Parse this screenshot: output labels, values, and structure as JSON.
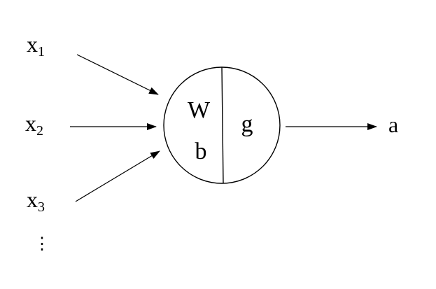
{
  "inputs": [
    {
      "base": "x",
      "sub": "1"
    },
    {
      "base": "x",
      "sub": "2"
    },
    {
      "base": "x",
      "sub": "3"
    }
  ],
  "more_inputs": "⋮",
  "neuron": {
    "weights_label": "W",
    "bias_label": "b",
    "activation_label": "g"
  },
  "output_label": "a",
  "colors": {
    "stroke": "#000000",
    "background": "#ffffff"
  }
}
